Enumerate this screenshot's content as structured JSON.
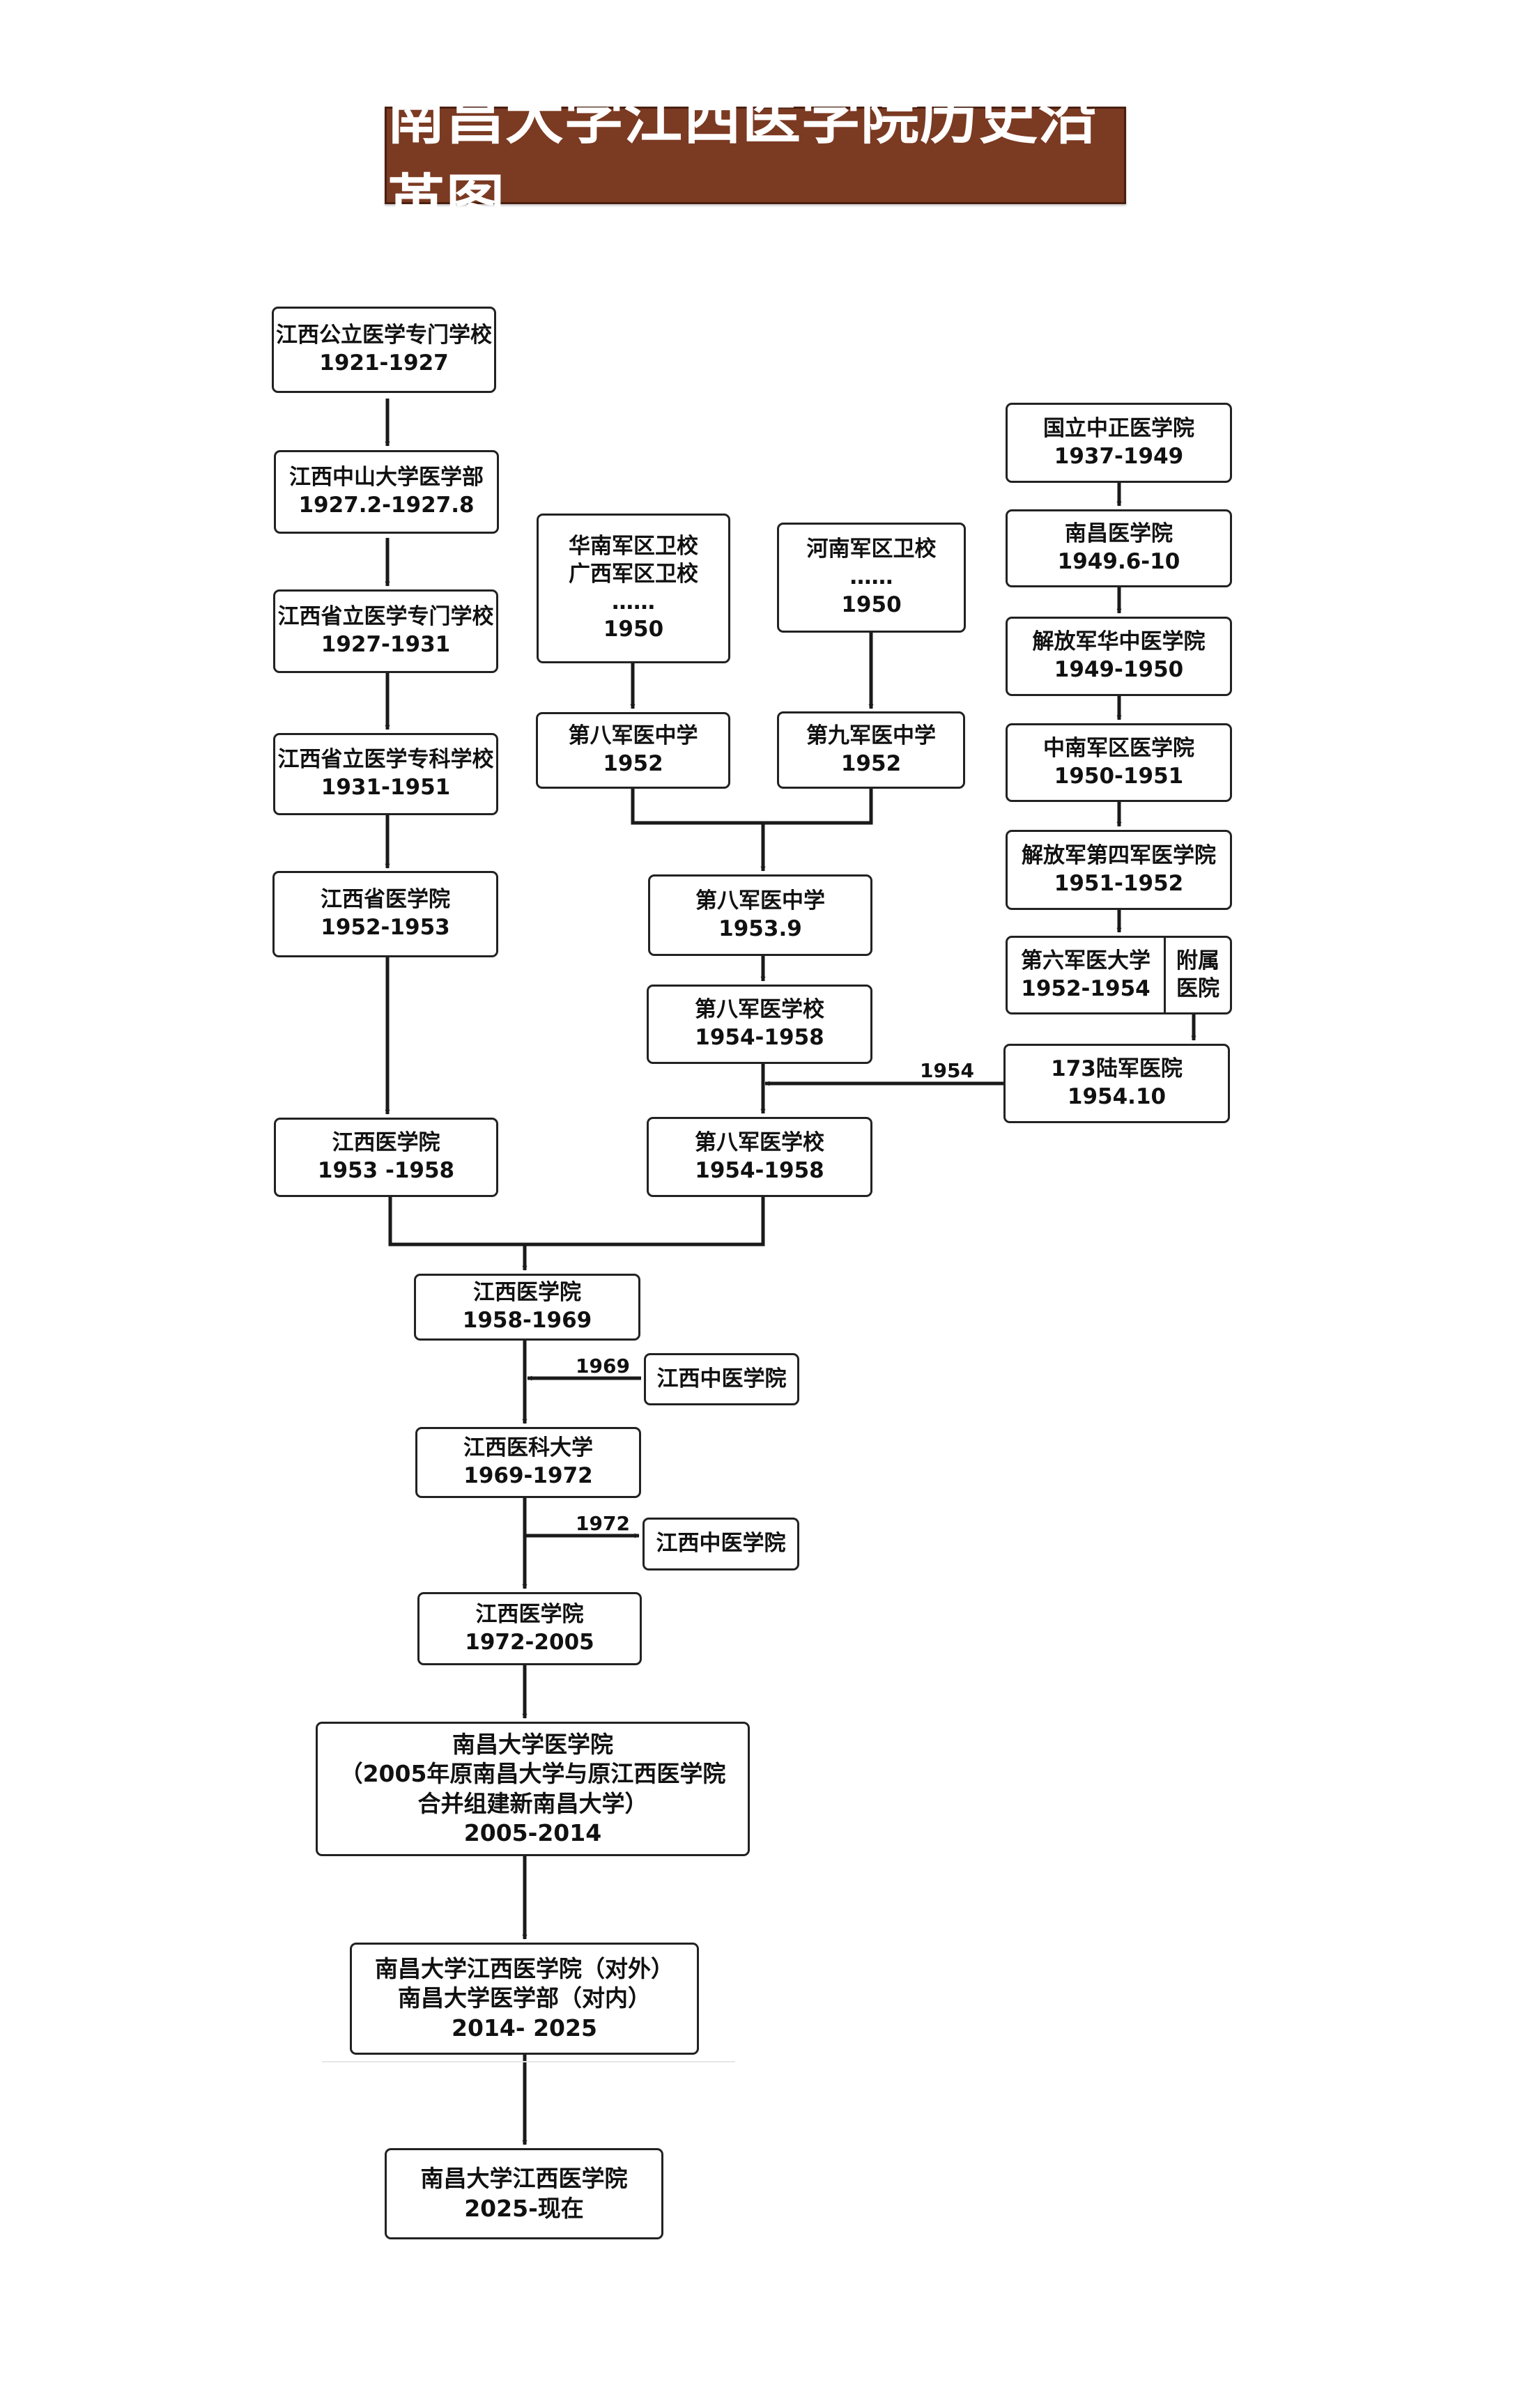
{
  "title": "南昌大学江西医学院历史沿革图",
  "nodes": {
    "jx_gongli": [
      "江西公立医学专门学校",
      "1921-1927"
    ],
    "jx_zhongshan": [
      "江西中山大学医学部",
      "1927.2-1927.8"
    ],
    "jx_shengli_zhuanmen": [
      "江西省立医学专门学校",
      "1927-1931"
    ],
    "jx_shengli_zhuanke": [
      "江西省立医学专科学校",
      "1931-1951"
    ],
    "jx_shengyi_1952": [
      "江西省医学院",
      "1952-1953"
    ],
    "jx_yxy_1953": [
      "江西医学院",
      "1953 -1958"
    ],
    "huanan": [
      "华南军区卫校",
      "广西军区卫校",
      "……",
      "1950"
    ],
    "henan": [
      "河南军区卫校",
      "……",
      "1950"
    ],
    "ba_zhongxue_1952": [
      "第八军医中学",
      "1952"
    ],
    "jiu_zhongxue_1952": [
      "第九军医中学",
      "1952"
    ],
    "ba_zhongxue_1953": [
      "第八军医中学",
      "1953.9"
    ],
    "ba_xuexiao_a": [
      "第八军医学校",
      "1954-1958"
    ],
    "ba_xuexiao_b": [
      "第八军医学校",
      "1954-1958"
    ],
    "guoli": [
      "国立中正医学院",
      "1937-1949"
    ],
    "nanchang_yxy": [
      "南昌医学院",
      "1949.6-10"
    ],
    "jfj_huazhong": [
      "解放军华中医学院",
      "1949-1950"
    ],
    "zhongnan": [
      "中南军区医学院",
      "1950-1951"
    ],
    "jfj_disi": [
      "解放军第四军医学院",
      "1951-1952"
    ],
    "liujun": [
      "第六军医大学",
      "1952-1954"
    ],
    "liujun_fushu": [
      "附属",
      "医院"
    ],
    "lujun_173": [
      "173陆军医院",
      "1954.10"
    ],
    "jx_yxy_1958": [
      "江西医学院",
      "1958-1969"
    ],
    "jx_zhongyi_a": [
      "江西中医学院"
    ],
    "jx_yike": [
      "江西医科大学",
      "1969-1972"
    ],
    "jx_zhongyi_b": [
      "江西中医学院"
    ],
    "jx_yxy_1972": [
      "江西医学院",
      "1972-2005"
    ],
    "ncu_yxy": [
      "南昌大学医学院",
      "（2005年原南昌大学与原江西医学院",
      "合并组建新南昌大学）",
      "2005-2014"
    ],
    "ncu_jx_dual": [
      "南昌大学江西医学院（对外）",
      "南昌大学医学部（对内）",
      "2014- 2025"
    ],
    "ncu_jx_now": [
      "南昌大学江西医学院",
      "2025-现在"
    ]
  },
  "edge_labels": {
    "e1954": "1954",
    "e1969": "1969",
    "e1972": "1972"
  },
  "colors": {
    "title_bg": "#7b3a22",
    "title_text": "#ffffff",
    "line": "#1a1a1a"
  }
}
